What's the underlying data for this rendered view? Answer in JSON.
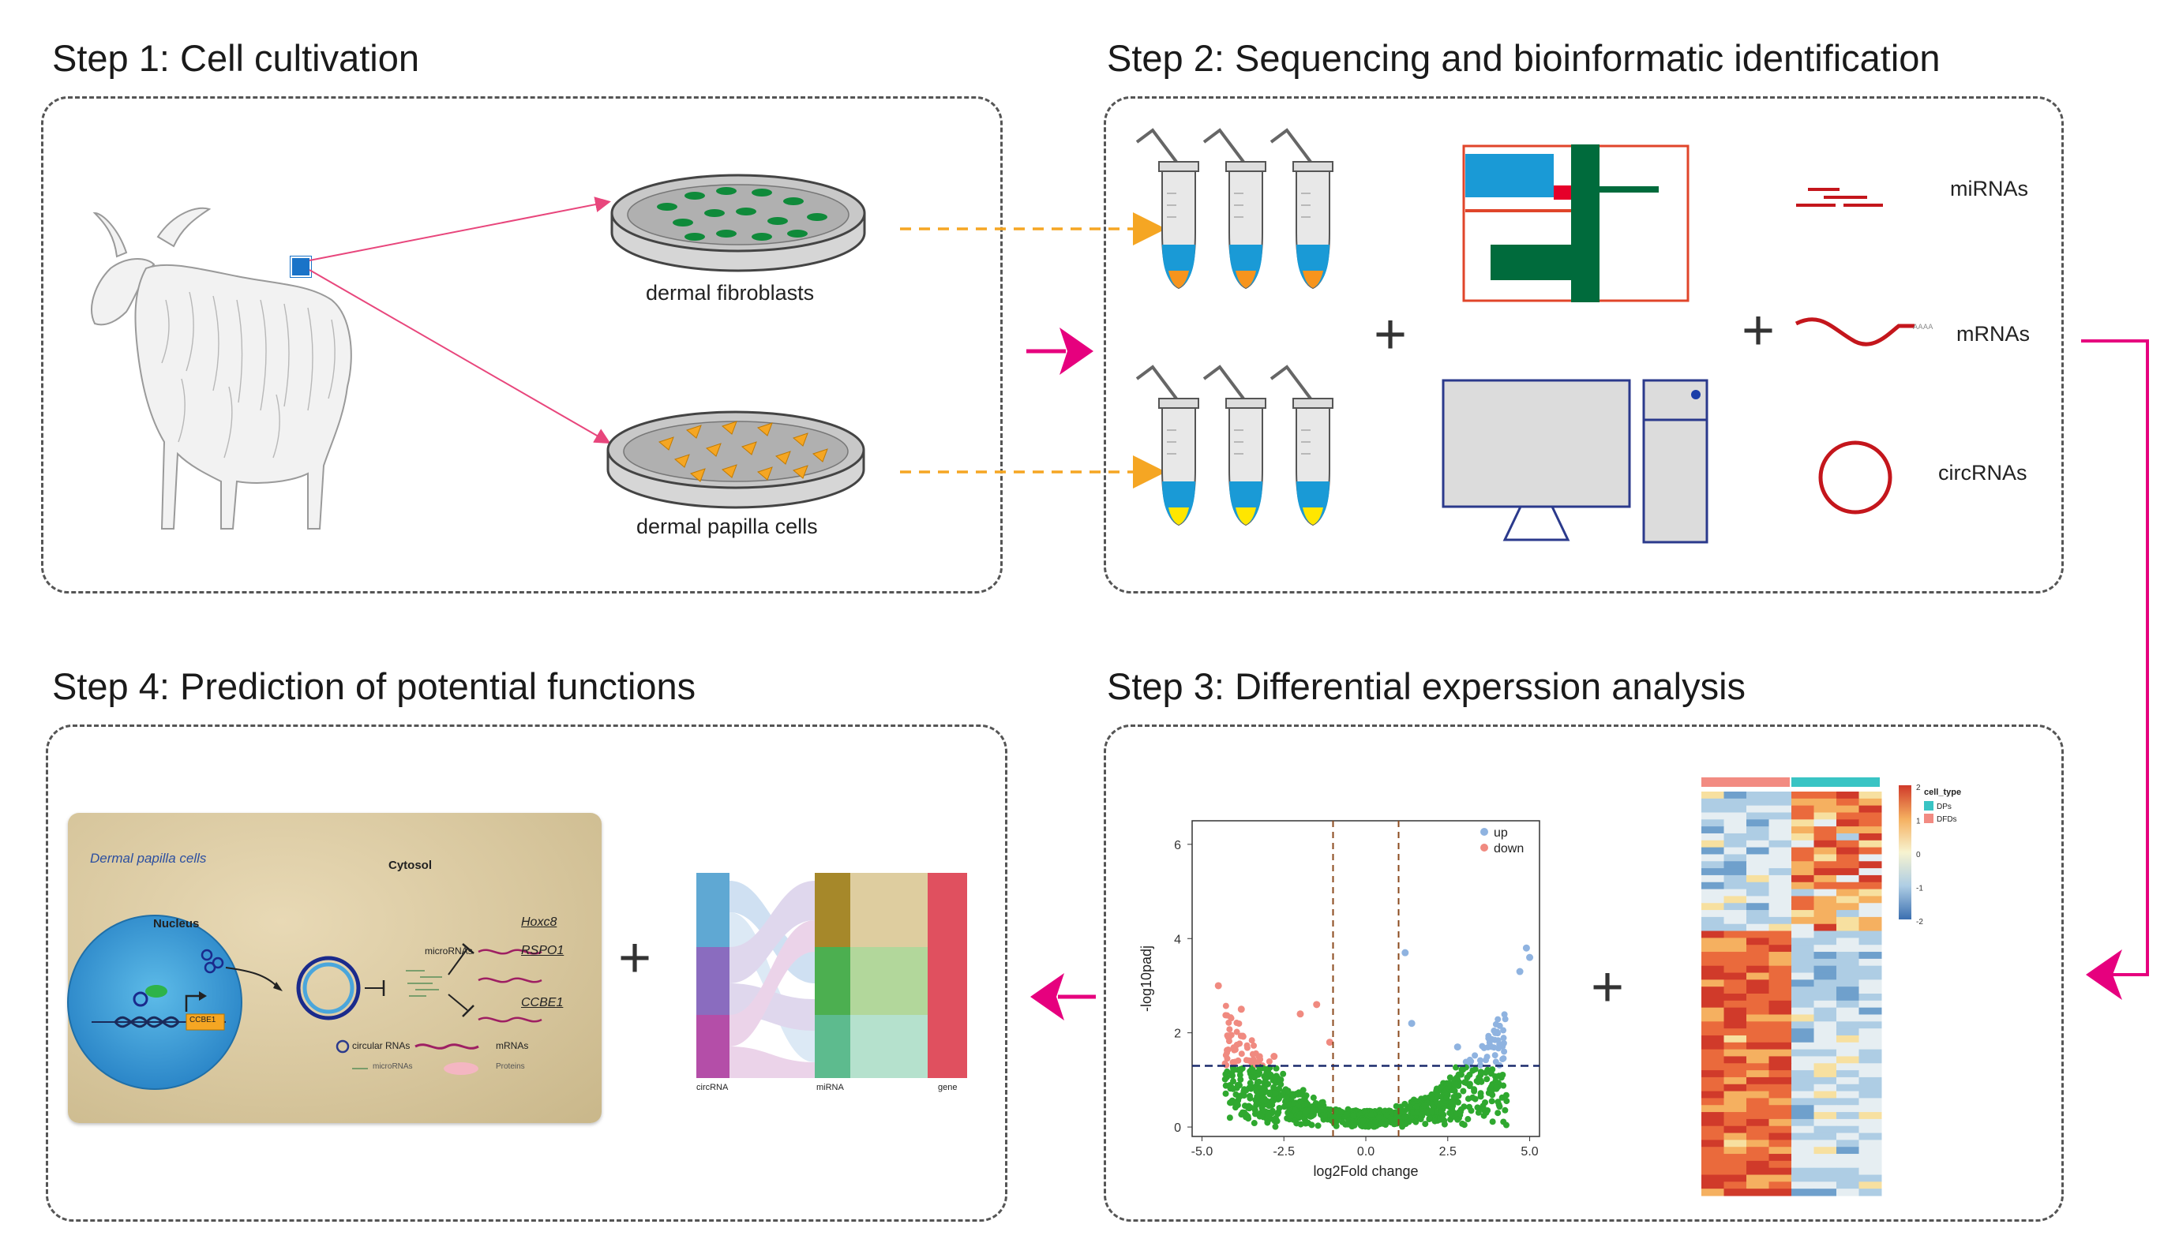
{
  "steps": {
    "step1": "Step 1: Cell cultivation",
    "step2": "Step 2: Sequencing and bioinformatic identification",
    "step3": "Step 3: Differential experssion analysis",
    "step4": "Step 4: Prediction of potential functions"
  },
  "step1": {
    "fibroblasts_label": "dermal fibroblasts",
    "papilla_label": "dermal papilla cells"
  },
  "step2": {
    "mirna_label": "miRNAs",
    "mrna_label": "mRNAs",
    "circrna_label": "circRNAs"
  },
  "step3": {
    "volcano": {
      "xlabel": "log2Fold change",
      "ylabel": "-log10padj",
      "legend_up": "up",
      "legend_down": "down",
      "xticks": [
        "-5.0",
        "-2.5",
        "0.0",
        "2.5",
        "5.0"
      ],
      "yticks": [
        "0",
        "2",
        "4",
        "6"
      ]
    },
    "heatmap": {
      "legend_title": "cell_type",
      "legend_items": [
        "DPs",
        "DFDs"
      ],
      "scale_ticks": [
        "2",
        "1",
        "0",
        "-1",
        "-2"
      ]
    }
  },
  "step4": {
    "cell_title": "Dermal papilla cells",
    "cytosol": "Cytosol",
    "nucleus": "Nucleus",
    "micrornas": "microRNAs",
    "gene1": "Hoxc8",
    "gene2": "RSPO1",
    "gene3": "CCBE1",
    "promoter_gene": "CCBE1",
    "legend_circ": "circular RNAs",
    "legend_mrna": "mRNAs",
    "legend_mirna": "microRNAs",
    "legend_protein": "Proteins",
    "sankey_labels": [
      "circRNA",
      "miRNA",
      "gene"
    ]
  },
  "colors": {
    "magenta": "#e6007e",
    "orange_dash": "#f5a623",
    "red": "#c4161c",
    "green_dark": "#006b3c",
    "blue": "#1a9ad6",
    "pc_blue": "#2b3a8c"
  }
}
